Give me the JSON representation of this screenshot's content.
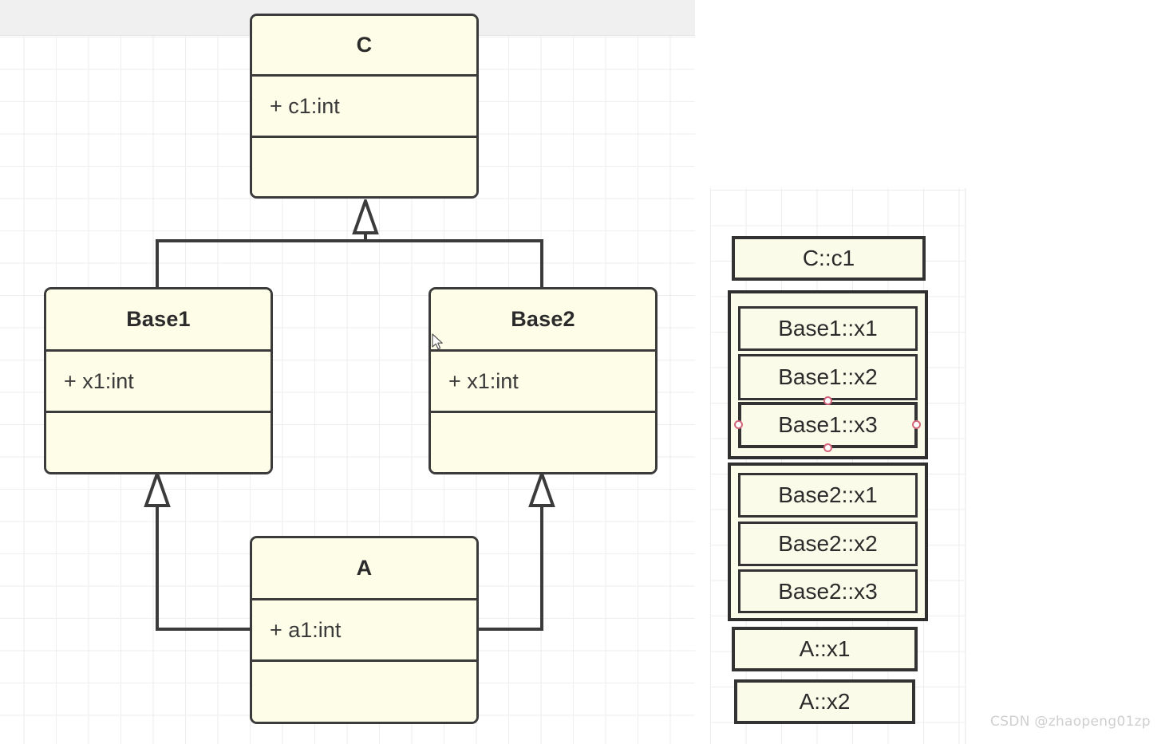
{
  "canvas": {
    "left_panel_name": "uml-class-diagram-canvas",
    "right_panel_name": "object-memory-layout-canvas"
  },
  "uml": {
    "classes": [
      {
        "id": "C",
        "name": "C",
        "attributes": "+ c1:int",
        "operations": ""
      },
      {
        "id": "Base1",
        "name": "Base1",
        "attributes": "+ x1:int",
        "operations": ""
      },
      {
        "id": "Base2",
        "name": "Base2",
        "attributes": "+ x1:int",
        "operations": ""
      },
      {
        "id": "A",
        "name": "A",
        "attributes": "+  a1:int",
        "operations": ""
      }
    ],
    "relations": [
      {
        "from": "Base1",
        "to": "C",
        "type": "generalization"
      },
      {
        "from": "Base2",
        "to": "C",
        "type": "generalization"
      },
      {
        "from": "A",
        "to": "Base1",
        "type": "generalization"
      },
      {
        "from": "A",
        "to": "Base2",
        "type": "generalization"
      }
    ]
  },
  "memory_layout": {
    "title": "",
    "slots": [
      {
        "label": "C::c1",
        "group": null,
        "selected": false
      },
      {
        "label": "Base1::x1",
        "group": "Base1",
        "selected": false
      },
      {
        "label": "Base1::x2",
        "group": "Base1",
        "selected": false
      },
      {
        "label": "Base1::x3",
        "group": "Base1",
        "selected": true
      },
      {
        "label": "Base2::x1",
        "group": "Base2",
        "selected": false
      },
      {
        "label": "Base2::x2",
        "group": "Base2",
        "selected": false
      },
      {
        "label": "Base2::x3",
        "group": "Base2",
        "selected": false
      },
      {
        "label": "A::x1",
        "group": null,
        "selected": false
      },
      {
        "label": "A::x2",
        "group": null,
        "selected": false
      }
    ]
  },
  "colors": {
    "box_fill": "#fdfde8",
    "box_stroke": "#3b3b3b",
    "grid_line": "#eeeeee",
    "header_band": "#f0f0f0",
    "selection_handle": "#d4647a",
    "watermark_text": "#cfcfcf"
  },
  "watermark": {
    "text": "CSDN @zhaopeng01zp"
  }
}
